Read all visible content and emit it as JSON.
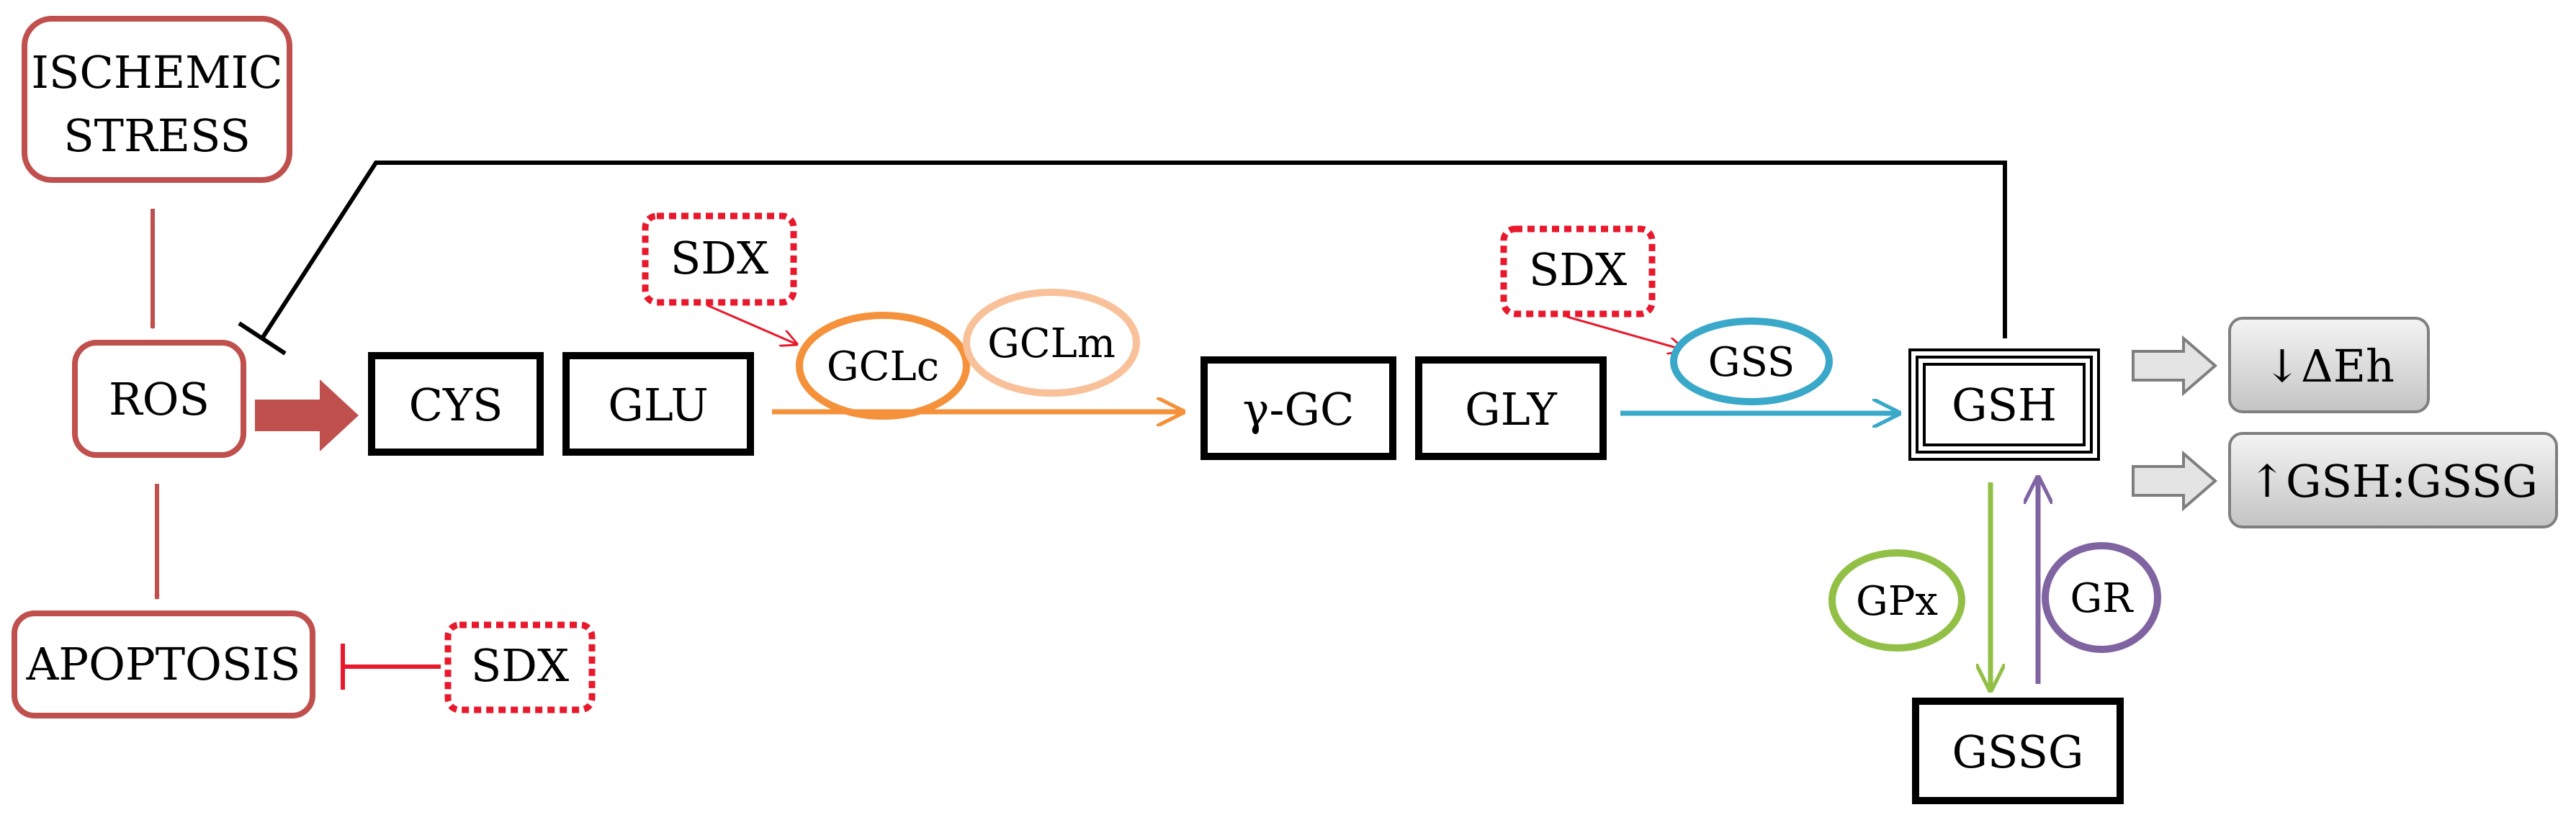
{
  "nodes": {
    "ischemic_stress_line1": "ISCHEMIC",
    "ischemic_stress_line2": "STRESS",
    "ros": "ROS",
    "apoptosis": "APOPTOSIS",
    "sdx_apoptosis": "SDX",
    "cys": "CYS",
    "glu": "GLU",
    "sdx_gcl": "SDX",
    "gclc": "GCLc",
    "gclm": "GCLm",
    "gamma_gc": "γ-GC",
    "gly": "GLY",
    "sdx_gss": "SDX",
    "gss": "GSS",
    "gsh": "GSH",
    "gssg": "GSSG",
    "gpx": "GPx",
    "gr": "GR",
    "outcome_eh": "↓ΔEh",
    "outcome_ratio": "↑GSH:GSSG"
  },
  "colors": {
    "ros_pathway_red": "#c0504d",
    "sdx_red": "#e8192c",
    "gcl_orange": "#f4913a",
    "gclm_peach": "#f9c19a",
    "gss_blue": "#3aa8c9",
    "gpx_green": "#92c047",
    "gr_purple": "#8064a2",
    "box_black": "#000000",
    "outcome_gray": "#d4d4d4"
  }
}
